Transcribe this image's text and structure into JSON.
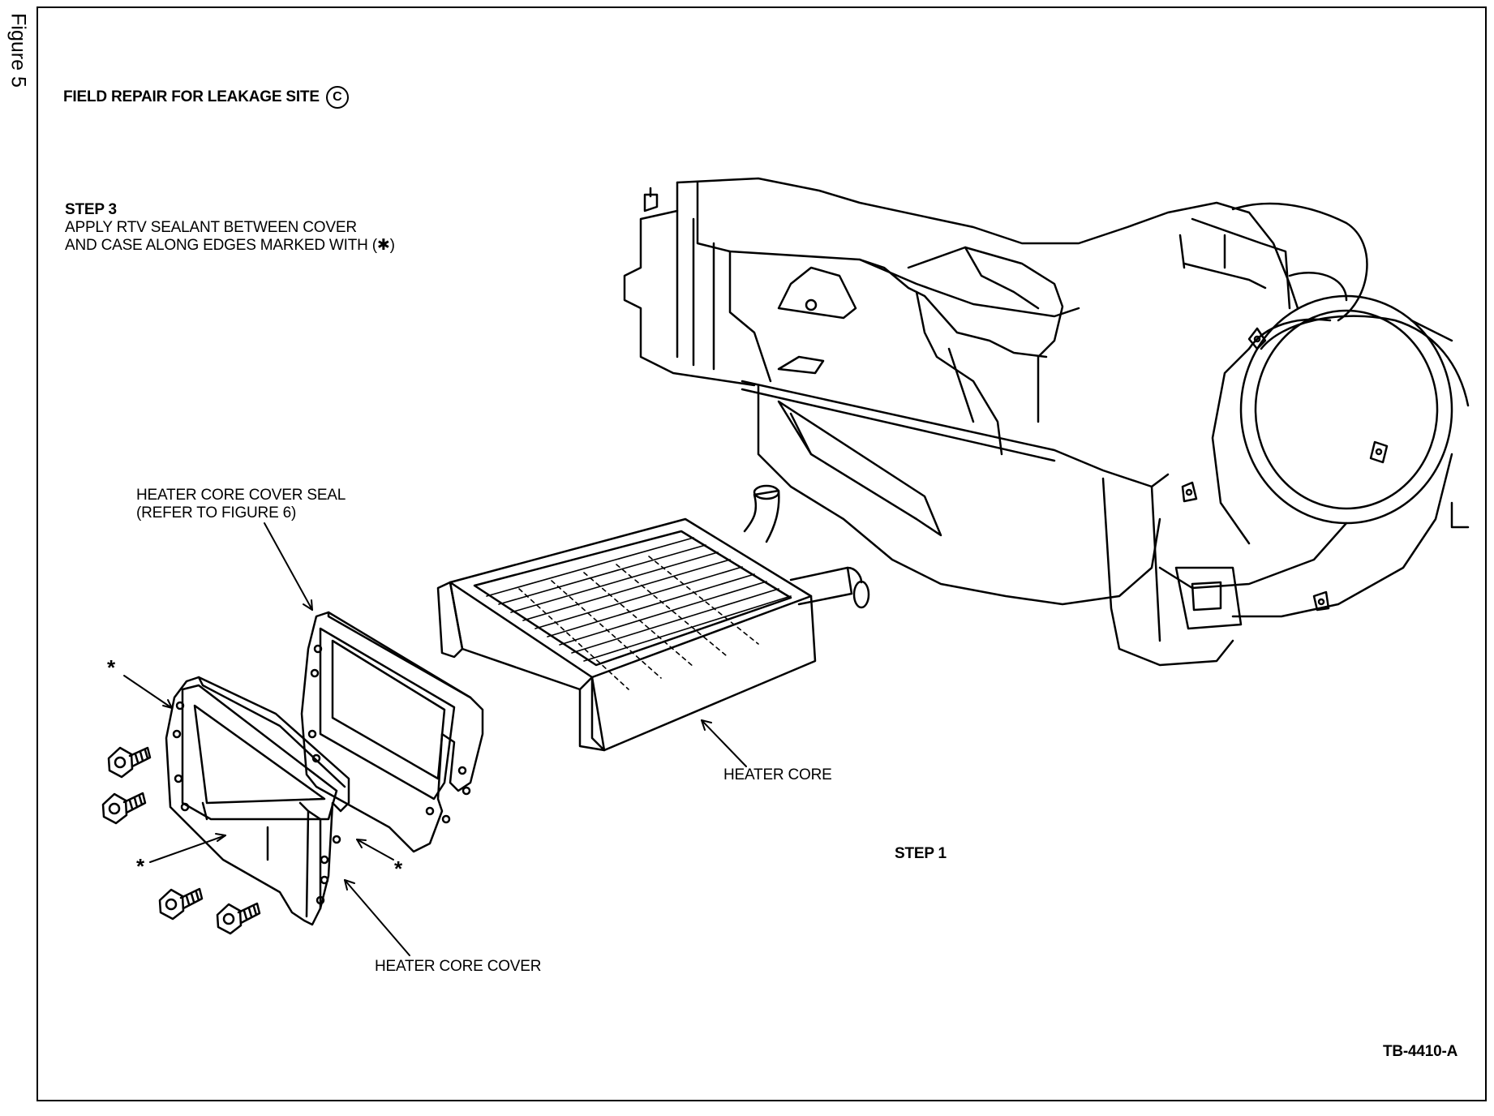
{
  "figure_label": "Figure 5",
  "title": {
    "text": "FIELD REPAIR FOR LEAKAGE SITE",
    "site_letter": "C"
  },
  "step3": {
    "heading": "STEP 3",
    "line1": "APPLY RTV SEALANT BETWEEN COVER",
    "line2": "AND CASE ALONG EDGES MARKED WITH (✱)"
  },
  "callouts": {
    "seal_line1": "HEATER CORE COVER SEAL",
    "seal_line2": "(REFER TO FIGURE 6)",
    "heater_core": "HEATER CORE",
    "heater_core_cover": "HEATER CORE COVER",
    "step1": "STEP 1",
    "asterisk": "*"
  },
  "drawing_number": "TB-4410-A"
}
